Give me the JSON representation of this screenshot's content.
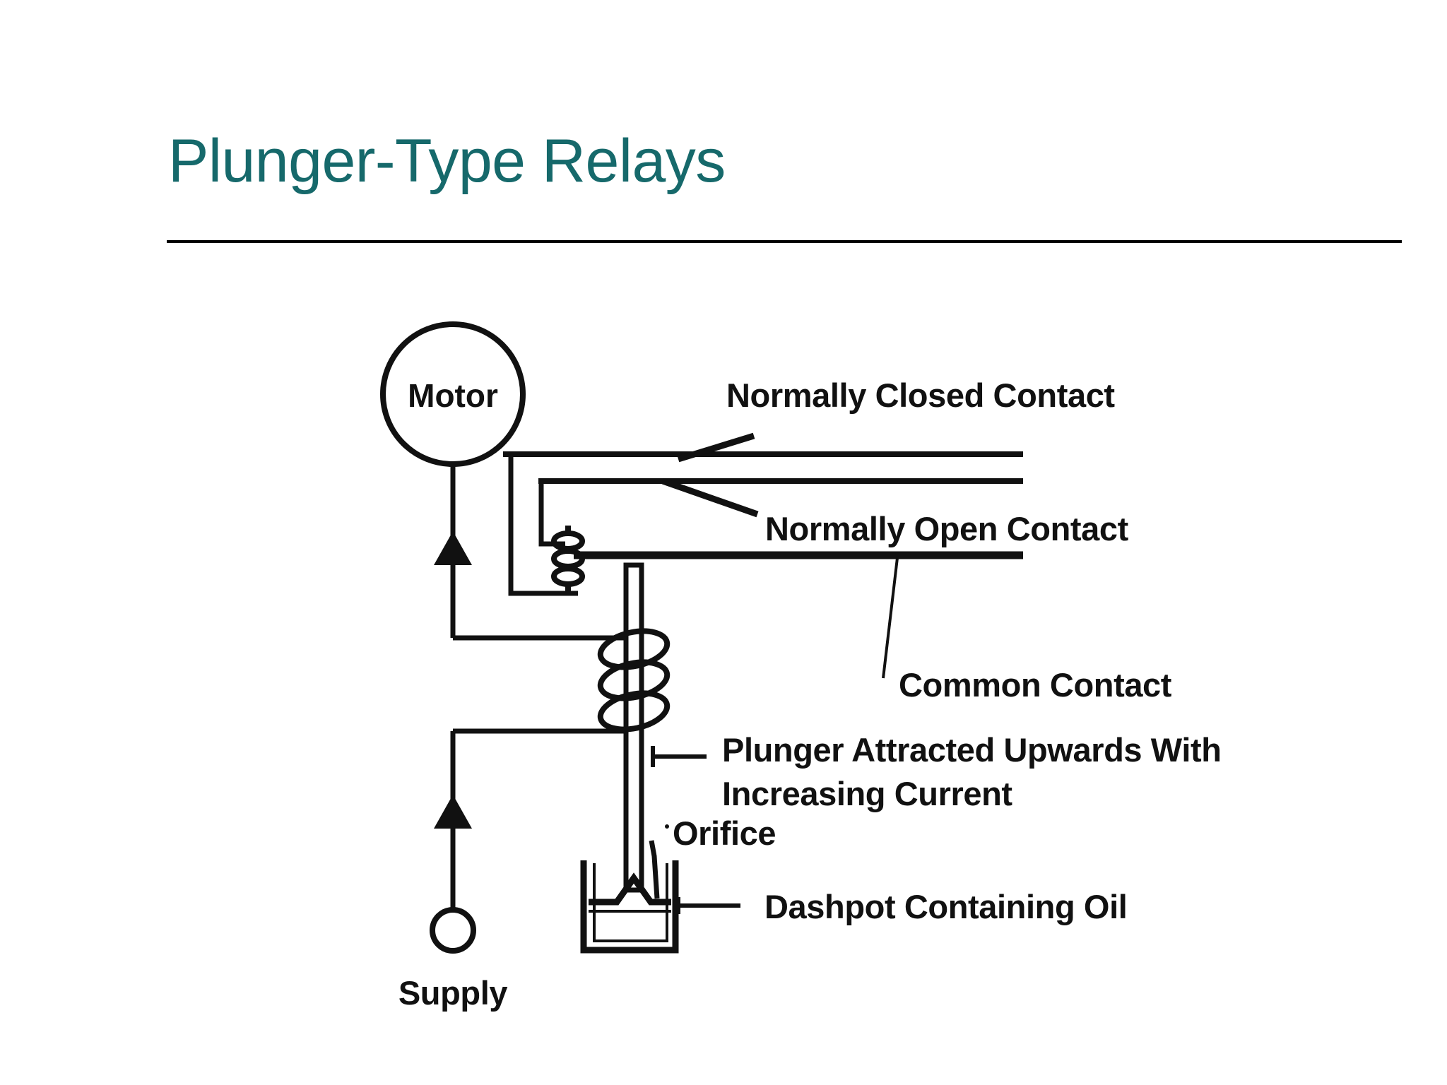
{
  "slide": {
    "title": "Plunger-Type Relays",
    "title_color": "#16696b",
    "rule_color": "#000000",
    "background": "#ffffff"
  },
  "diagram": {
    "name": "plunger-type-relay-schematic",
    "labels": {
      "motor": "Motor",
      "normally_closed_contact": "Normally Closed Contact",
      "normally_open_contact": "Normally Open Contact",
      "common_contact": "Common Contact",
      "plunger_line1": "Plunger Attracted Upwards With",
      "plunger_line2": "Increasing Current",
      "orifice": "Orifice",
      "dashpot": "Dashpot Containing Oil",
      "supply": "Supply"
    },
    "components": [
      "motor-circle",
      "current-arrow-motor",
      "current-arrow-supply",
      "supply-terminal",
      "contact-spring",
      "normally-closed-bus",
      "normally-open-bus",
      "common-bus",
      "plunger-rod",
      "solenoid-coil",
      "dashpot-vessel",
      "dashpot-piston",
      "orifice-opening"
    ],
    "stroke_color": "#111111"
  }
}
